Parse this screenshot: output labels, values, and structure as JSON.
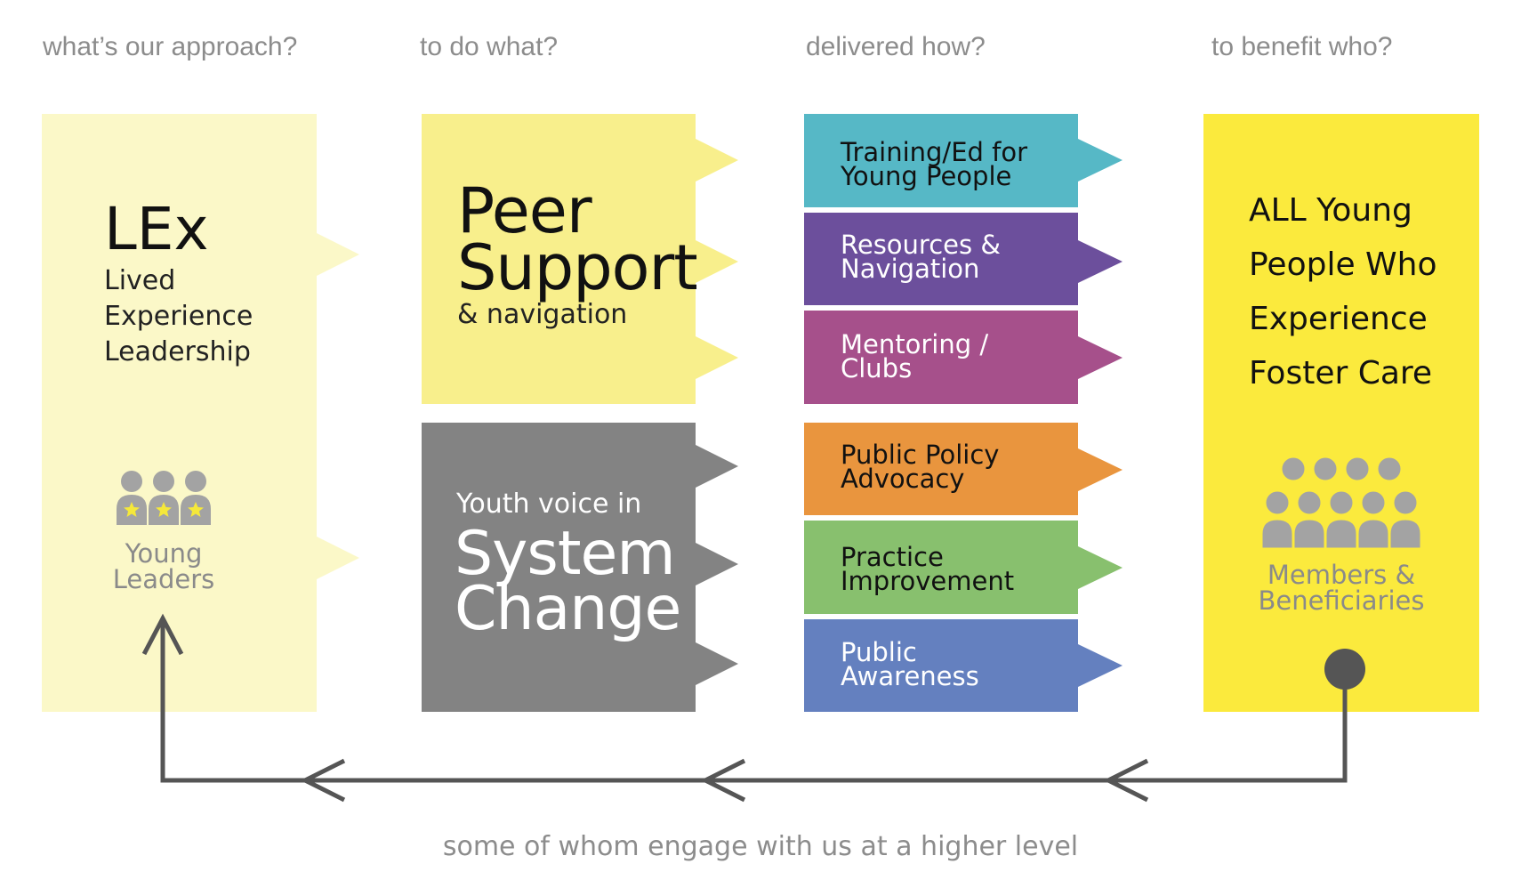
{
  "headers": {
    "approach": "what’s our approach?",
    "todo": "to do what?",
    "delivered": "delivered how?",
    "benefit": "to benefit who?"
  },
  "lex": {
    "abbr": "LEx",
    "lines": [
      "Lived",
      "Experience",
      "Leadership"
    ],
    "icon_label": [
      "Young",
      "Leaders"
    ]
  },
  "peer_support": {
    "title_lines": [
      "Peer",
      "Support"
    ],
    "subtitle": "& navigation"
  },
  "system_change": {
    "intro": "Youth voice in",
    "title_lines": [
      "System",
      "Change"
    ]
  },
  "delivery": [
    {
      "lines": [
        "Training/Ed for",
        "Young People"
      ],
      "color": "#56b8c6",
      "text_color": "#111111"
    },
    {
      "lines": [
        "Resources &",
        "Navigation"
      ],
      "color": "#6c4f9c",
      "text_color": "#ffffff"
    },
    {
      "lines": [
        "Mentoring /",
        "Clubs"
      ],
      "color": "#a6508b",
      "text_color": "#ffffff"
    },
    {
      "lines": [
        "Public Policy",
        "Advocacy"
      ],
      "color": "#e9953e",
      "text_color": "#111111"
    },
    {
      "lines": [
        "Practice",
        "Improvement"
      ],
      "color": "#88c06e",
      "text_color": "#111111"
    },
    {
      "lines": [
        "Public",
        "Awareness"
      ],
      "color": "#6480bf",
      "text_color": "#ffffff"
    }
  ],
  "beneficiaries": {
    "lines": [
      "ALL Young",
      "People Who",
      "Experience",
      "Foster Care"
    ],
    "icon_label": [
      "Members &",
      "Beneficiaries"
    ]
  },
  "footer": "some of whom engage with us at a higher level",
  "colors": {
    "pale_yellow": "#fbf8c8",
    "yellow": "#f8ef8c",
    "bright_yellow": "#fbea3d",
    "gray": "#838383",
    "arrow": "#555555",
    "icon_gray": "#a3a3a3",
    "star": "#f5e83a"
  }
}
